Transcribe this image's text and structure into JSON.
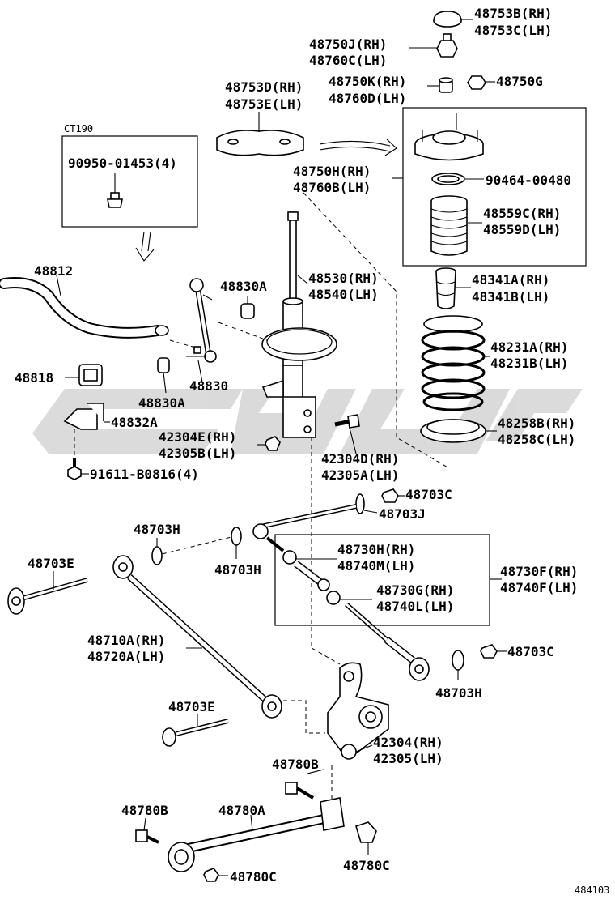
{
  "watermark_color": "#bdbdbd",
  "diagram_id": "484103",
  "inset_label": "CT190",
  "labels": {
    "p48753b": "48753B(RH)",
    "p48753c": "48753C(LH)",
    "p48750j": "48750J(RH)",
    "p48760c": "48760C(LH)",
    "p48753d": "48753D(RH)",
    "p48753e": "48753E(LH)",
    "p48750k": "48750K(RH)",
    "p48760d": "48760D(LH)",
    "p48750g": "48750G",
    "p90950": "90950-01453(4)",
    "p48750h": "48750H(RH)",
    "p48760b": "48760B(LH)",
    "p90464": "90464-00480",
    "p48559c": "48559C(RH)",
    "p48559d": "48559D(LH)",
    "p48812": "48812",
    "p48830a_top": "48830A",
    "p48530": "48530(RH)",
    "p48540": "48540(LH)",
    "p48341a": "48341A(RH)",
    "p48341b": "48341B(LH)",
    "p48231a": "48231A(RH)",
    "p48231b": "48231B(LH)",
    "p48818": "48818",
    "p48830": "48830",
    "p48830a_bot": "48830A",
    "p48832a": "48832A",
    "p48258b": "48258B(RH)",
    "p48258c": "48258C(LH)",
    "p42304e": "42304E(RH)",
    "p42305b": "42305B(LH)",
    "p42304d": "42304D(RH)",
    "p42305a": "42305A(LH)",
    "p91611": "91611-B0816(4)",
    "p48703c_top": "48703C",
    "p48703j": "48703J",
    "p48703h_left": "48703H",
    "p48730h": "48730H(RH)",
    "p48740m": "48740M(LH)",
    "p48730f": "48730F(RH)",
    "p48740f": "48740F(LH)",
    "p48703e_top": "48703E",
    "p48703h_mid": "48703H",
    "p48730g": "48730G(RH)",
    "p48740l": "48740L(LH)",
    "p48710a": "48710A(RH)",
    "p48720a": "48720A(LH)",
    "p48703c_right": "48703C",
    "p48703h_right": "48703H",
    "p48703e_bot": "48703E",
    "p42304": "42304(RH)",
    "p42305": "42305(LH)",
    "p48780b_top": "48780B",
    "p48780b_left": "48780B",
    "p48780a": "48780A",
    "p48780c_right": "48780C",
    "p48780c_bot": "48780C"
  }
}
